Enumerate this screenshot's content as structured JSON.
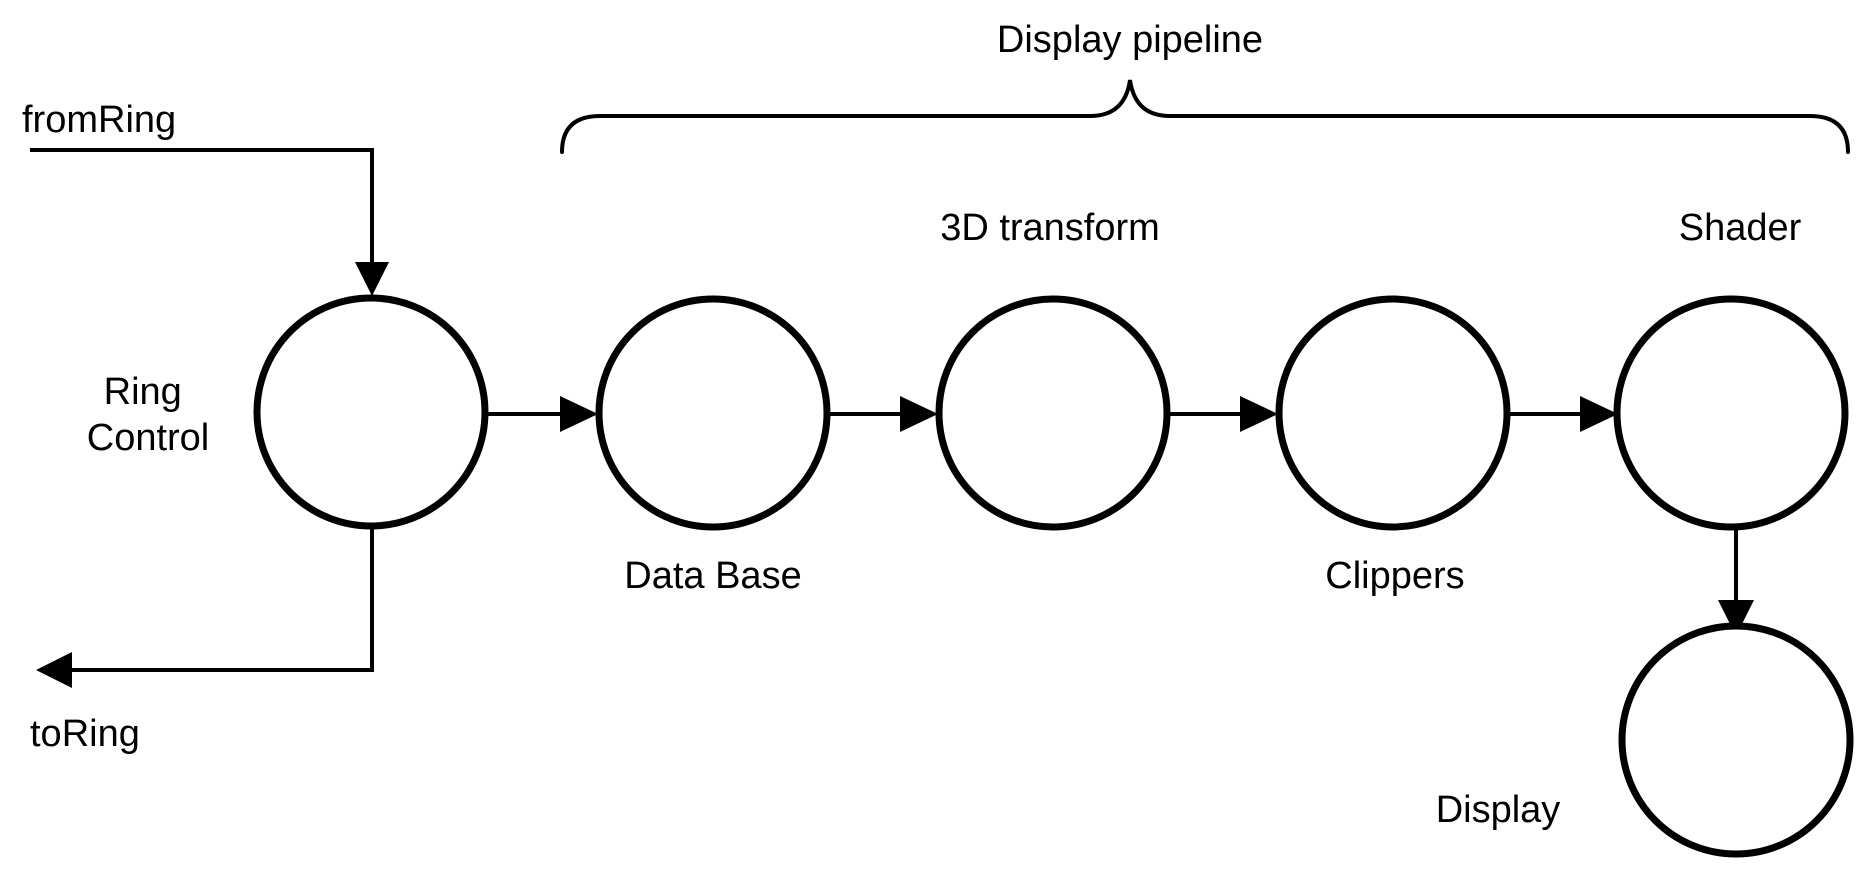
{
  "brace_label": "Display pipeline",
  "ports": {
    "input": "fromRing",
    "output": "toRing"
  },
  "nodes": {
    "ring_control": [
      "Ring",
      "Control"
    ],
    "data_base": "Data Base",
    "transform": "3D transform",
    "clippers": "Clippers",
    "shader": "Shader",
    "display": "Display"
  },
  "edges": [
    [
      "fromRing",
      "Ring Control"
    ],
    [
      "Ring Control",
      "Data Base"
    ],
    [
      "Data Base",
      "3D transform"
    ],
    [
      "3D transform",
      "Clippers"
    ],
    [
      "Clippers",
      "Shader"
    ],
    [
      "Shader",
      "Display"
    ],
    [
      "Ring Control",
      "toRing"
    ]
  ],
  "colors": {
    "stroke": "#000000",
    "background": "#ffffff"
  }
}
